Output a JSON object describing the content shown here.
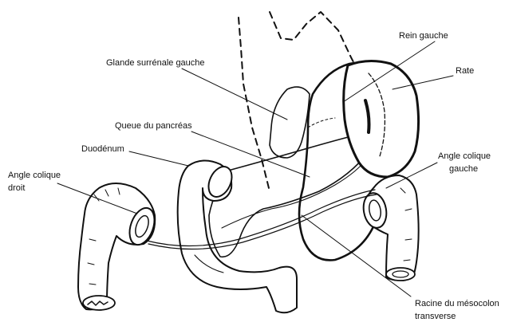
{
  "labels": {
    "rein_gauche": "Rein gauche",
    "rate": "Rate",
    "glande": "Glande surrénale gauche",
    "queue_pancreas": "Queue du pancréas",
    "duodenum": "Duodénum",
    "angle_droit_1": "Angle colique",
    "angle_droit_2": "droit",
    "angle_gauche_1": "Angle colique",
    "angle_gauche_2": "gauche",
    "racine_1": "Racine du mésocolon",
    "racine_2": "transverse"
  },
  "colors": {
    "ink": "#111111",
    "texture": "#777777",
    "background": "#ffffff"
  }
}
